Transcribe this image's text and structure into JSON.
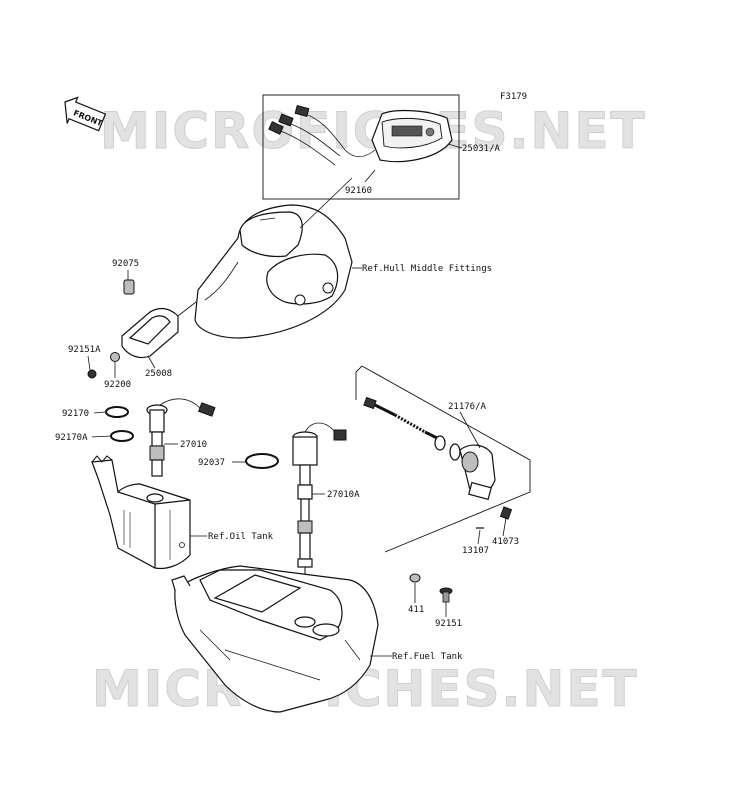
{
  "figure_code": "F3179",
  "front_badge": "FRONT",
  "watermark": "MICROFICHES.NET",
  "labels": {
    "p25031A": "25031/A",
    "p92160": "92160",
    "hull": "Ref.Hull Middle Fittings",
    "p92075": "92075",
    "p92151A": "92151A",
    "p92200": "92200",
    "p25008": "25008",
    "p92170": "92170",
    "p92170A": "92170A",
    "p27010": "27010",
    "p92037": "92037",
    "p27010A": "27010A",
    "oil": "Ref.Oil Tank",
    "p21176A": "21176/A",
    "p41073": "41073",
    "p13107": "13107",
    "p411": "411",
    "p92151": "92151",
    "fuel": "Ref.Fuel Tank"
  }
}
